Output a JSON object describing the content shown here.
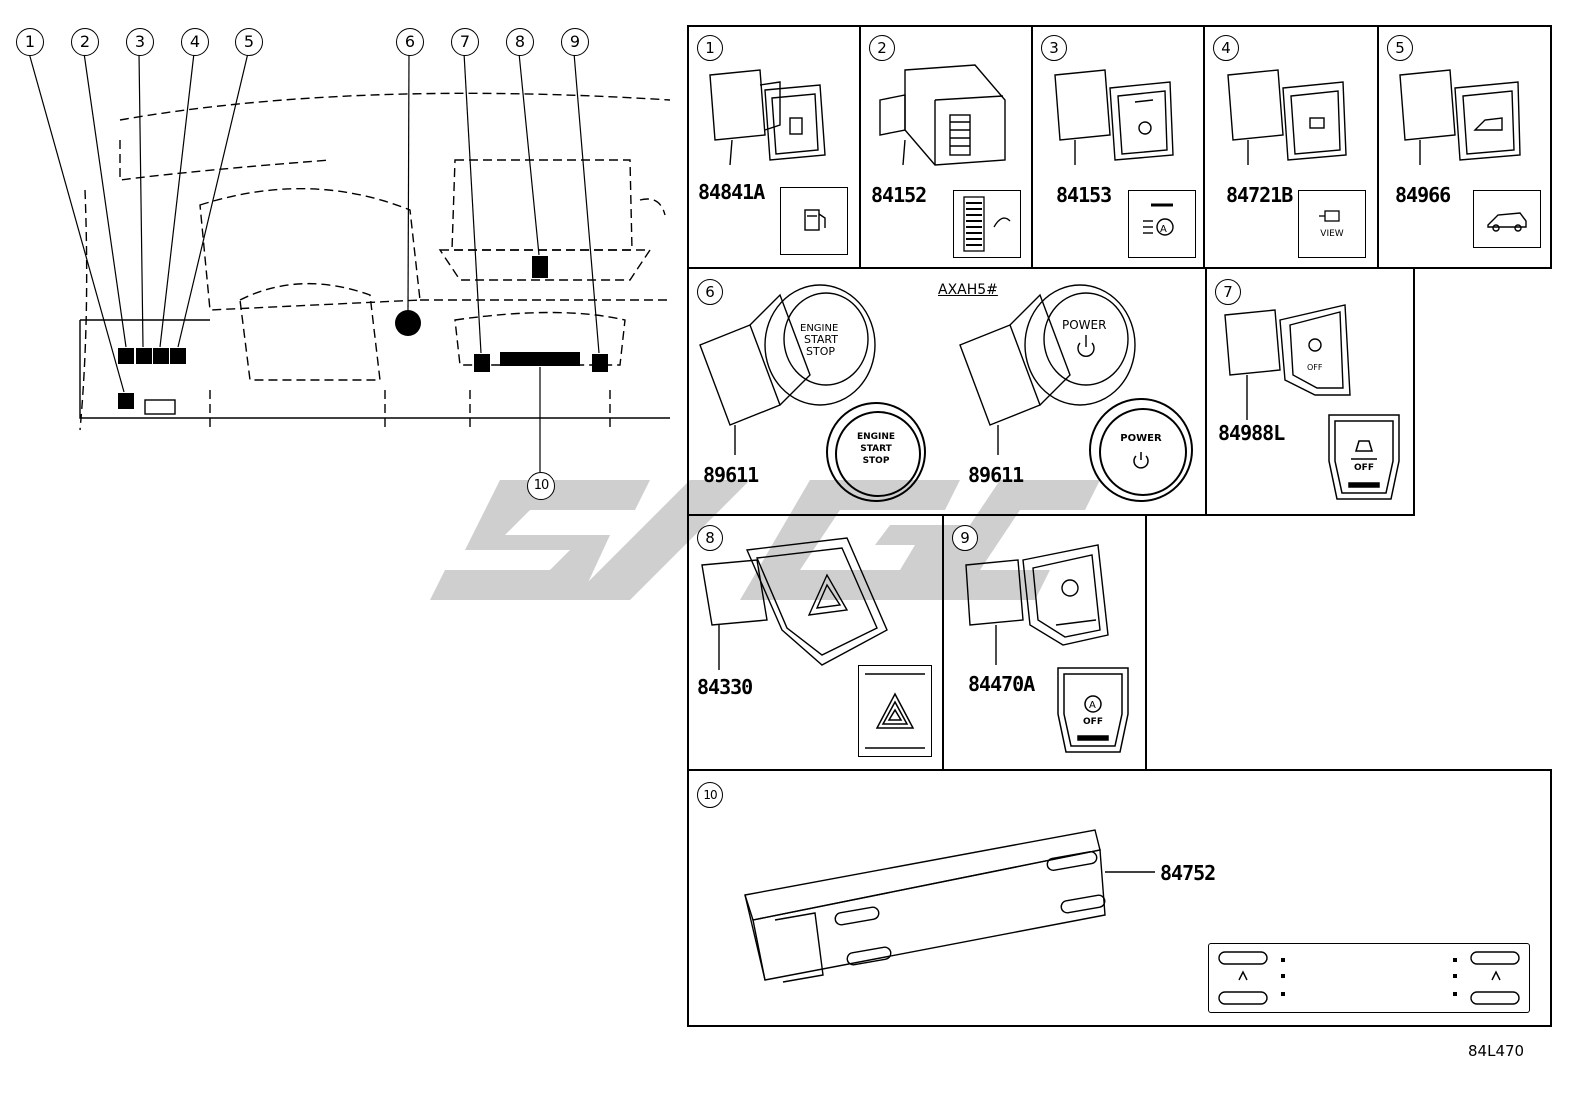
{
  "overview": {
    "callouts": [
      "1",
      "2",
      "3",
      "4",
      "5",
      "6",
      "7",
      "8",
      "9",
      "10"
    ]
  },
  "panels": [
    {
      "index": "1",
      "part_number": "84841A",
      "icon": "fuel-door-icon"
    },
    {
      "index": "2",
      "part_number": "84152",
      "icon": "dimmer-wheel-icon"
    },
    {
      "index": "3",
      "part_number": "84153",
      "icon": "headlamp-leveling-icon"
    },
    {
      "index": "4",
      "part_number": "84721B",
      "icon": "camera-view-icon",
      "label": "VIEW"
    },
    {
      "index": "5",
      "part_number": "84966",
      "icon": "power-back-door-icon"
    },
    {
      "index": "6",
      "part_number": "89611",
      "part_number_2": "89611",
      "model": "AXAH5#",
      "button_1": [
        "ENGINE",
        "START",
        "STOP"
      ],
      "button_2": "POWER"
    },
    {
      "index": "7",
      "part_number": "84988L",
      "icon": "traction-off-icon",
      "label": "OFF"
    },
    {
      "index": "8",
      "part_number": "84330",
      "icon": "hazard-icon"
    },
    {
      "index": "9",
      "part_number": "84470A",
      "icon": "auto-hold-off-icon",
      "label": "OFF"
    },
    {
      "index": "10",
      "part_number": "84752",
      "icon": "seat-heater-icon"
    }
  ],
  "diagram_code": "84L470",
  "colors": {
    "line": "#000000",
    "watermark": "#cfcfcf"
  }
}
